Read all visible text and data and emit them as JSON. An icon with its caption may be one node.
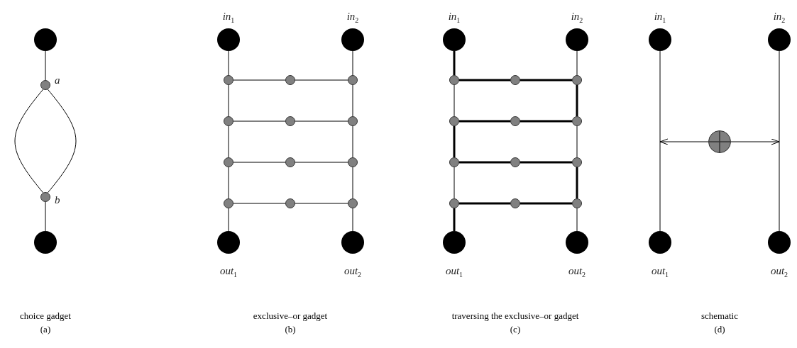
{
  "diagram": {
    "nodes": [
      {
        "text": [],
        "shape": "circle"
      },
      {
        "text": [
          "a"
        ]
      },
      {
        "text": [
          "b"
        ]
      },
      {
        "text": [],
        "shape": "circle"
      },
      {
        "text": [
          "*in*$_{1}$"
        ]
      },
      {
        "text": [
          "*in*$_{2}$"
        ]
      },
      {
        "text": [],
        "shape": "circle"
      },
      {
        "text": [],
        "shape": "circle"
      },
      {
        "text": [],
        "shape": "circle"
      },
      {
        "text": [],
        "shape": "circle"
      },
      {
        "text": [],
        "shape": "circle"
      },
      {
        "text": [],
        "shape": "circle"
      },
      {
        "text": [],
        "shape": "circle"
      },
      {
        "text": [],
        "shape": "circle"
      },
      {
        "text": [],
        "shape": "circle"
      },
      {
        "text": [],
        "shape": "circle"
      },
      {
        "text": [],
        "shape": "circle"
      },
      {
        "text": [],
        "shape": "circle"
      },
      {
        "text": [
          "*out*$_{1}$"
        ]
      },
      {
        "text": [
          "*out*$_{2}$"
        ]
      },
      {
        "text": [
          "*in*$_{1}$"
        ]
      },
      {
        "text": [
          "*in*$_{2}$"
        ]
      },
      {
        "text": [],
        "shape": "circle"
      },
      {
        "text": [],
        "shape": "circle"
      },
      {
        "text": [],
        "shape": "circle"
      },
      {
        "text": [],
        "shape": "circle"
      },
      {
        "text": [],
        "shape": "circle"
      },
      {
        "text": [],
        "shape": "circle"
      },
      {
        "text": [],
        "shape": "circle"
      },
      {
        "text": [],
        "shape": "circle"
      },
      {
        "text": [],
        "shape": "circle"
      },
      {
        "text": [],
        "shape": "circle"
      },
      {
        "text": [],
        "shape": "circle"
      },
      {
        "text": [],
        "shape": "circle"
      },
      {
        "text": [
          "*out*$_{1}$"
        ]
      },
      {
        "text": [
          "*out*$_{2}$"
        ]
      },
      {
        "text": [
          "*in*$_{1}$"
        ]
      },
      {
        "text": [
          "*in*$_{2}$"
        ]
      },
      {
        "text": [],
        "shape": "circle"
      },
      {
        "text": [
          "*out*$_{1}$"
        ]
      },
      {
        "text": [
          "*out*$_{2}$"
        ]
      }
    ],
    "edges": [
      {
        "from": 0,
        "to": 1,
        "arrow": "none"
      },
      {
        "from": 1,
        "to": 2,
        "arrow": "none"
      },
      {
        "from": 1,
        "to": 2,
        "arrow": "none"
      },
      {
        "from": 2,
        "to": 3,
        "arrow": "none"
      },
      {
        "from": 4,
        "to": 6,
        "arrow": "none"
      },
      {
        "from": 6,
        "to": 9,
        "arrow": "none"
      },
      {
        "from": 9,
        "to": 12,
        "arrow": "none"
      },
      {
        "from": 12,
        "to": 15,
        "arrow": "none"
      },
      {
        "from": 15,
        "to": 18,
        "arrow": "none"
      },
      {
        "from": 5,
        "to": 8,
        "arrow": "none"
      },
      {
        "from": 8,
        "to": 11,
        "arrow": "none"
      },
      {
        "from": 11,
        "to": 14,
        "arrow": "none"
      },
      {
        "from": 14,
        "to": 17,
        "arrow": "none"
      },
      {
        "from": 17,
        "to": 19,
        "arrow": "none"
      },
      {
        "from": 6,
        "to": 7,
        "arrow": "none"
      },
      {
        "from": 7,
        "to": 8,
        "arrow": "none"
      },
      {
        "from": 9,
        "to": 10,
        "arrow": "none"
      },
      {
        "from": 10,
        "to": 11,
        "arrow": "none"
      },
      {
        "from": 12,
        "to": 13,
        "arrow": "none"
      },
      {
        "from": 13,
        "to": 14,
        "arrow": "none"
      },
      {
        "from": 15,
        "to": 16,
        "arrow": "none"
      },
      {
        "from": 16,
        "to": 17,
        "arrow": "none"
      },
      {
        "from": 20,
        "to": 22,
        "arrow": "none",
        "style": "thick"
      },
      {
        "from": 22,
        "to": 25,
        "arrow": "none"
      },
      {
        "from": 25,
        "to": 28,
        "arrow": "none",
        "style": "thick"
      },
      {
        "from": 28,
        "to": 31,
        "arrow": "none"
      },
      {
        "from": 31,
        "to": 34,
        "arrow": "none",
        "style": "thick"
      },
      {
        "from": 21,
        "to": 24,
        "arrow": "none"
      },
      {
        "from": 24,
        "to": 27,
        "arrow": "none",
        "style": "thick"
      },
      {
        "from": 27,
        "to": 30,
        "arrow": "none"
      },
      {
        "from": 30,
        "to": 33,
        "arrow": "none",
        "style": "thick"
      },
      {
        "from": 33,
        "to": 35,
        "arrow": "none"
      },
      {
        "from": 22,
        "to": 23,
        "arrow": "none",
        "style": "thick"
      },
      {
        "from": 23,
        "to": 24,
        "arrow": "none",
        "style": "thick"
      },
      {
        "from": 25,
        "to": 26,
        "arrow": "none",
        "style": "thick"
      },
      {
        "from": 26,
        "to": 27,
        "arrow": "none",
        "style": "thick"
      },
      {
        "from": 28,
        "to": 29,
        "arrow": "none",
        "style": "thick"
      },
      {
        "from": 29,
        "to": 30,
        "arrow": "none",
        "style": "thick"
      },
      {
        "from": 31,
        "to": 32,
        "arrow": "none",
        "style": "thick"
      },
      {
        "from": 32,
        "to": 33,
        "arrow": "none",
        "style": "thick"
      },
      {
        "from": 36,
        "to": 39,
        "arrow": "none"
      },
      {
        "from": 37,
        "to": 40,
        "arrow": "none"
      },
      {
        "from": 38,
        "to": null,
        "arrow": "to"
      },
      {
        "from": 38,
        "to": null,
        "arrow": "to"
      }
    ],
    "labels": [
      "choice gadget",
      "(a)",
      "exclusive–or gadget",
      "(b)",
      "traversing the exclusive–or gadget",
      "(c)",
      "schematic",
      "(d)"
    ]
  }
}
